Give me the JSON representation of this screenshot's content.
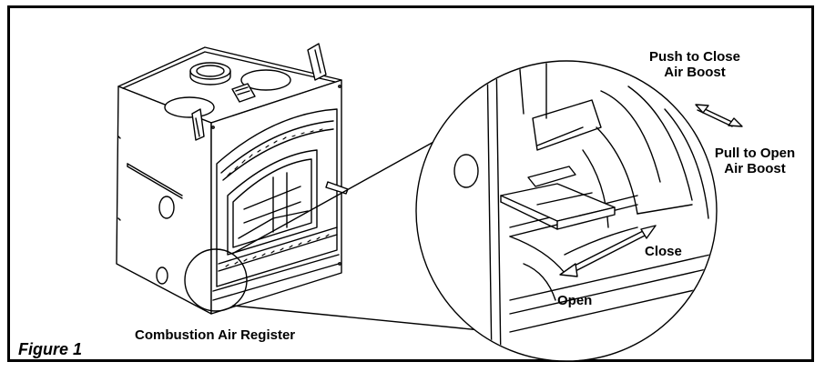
{
  "labels": {
    "push_close_1": "Push to Close",
    "push_close_2": "Air Boost",
    "pull_open_1": "Pull to Open",
    "pull_open_2": "Air Boost",
    "close": "Close",
    "open": "Open",
    "register": "Combustion Air Register",
    "figure": "Figure 1"
  }
}
